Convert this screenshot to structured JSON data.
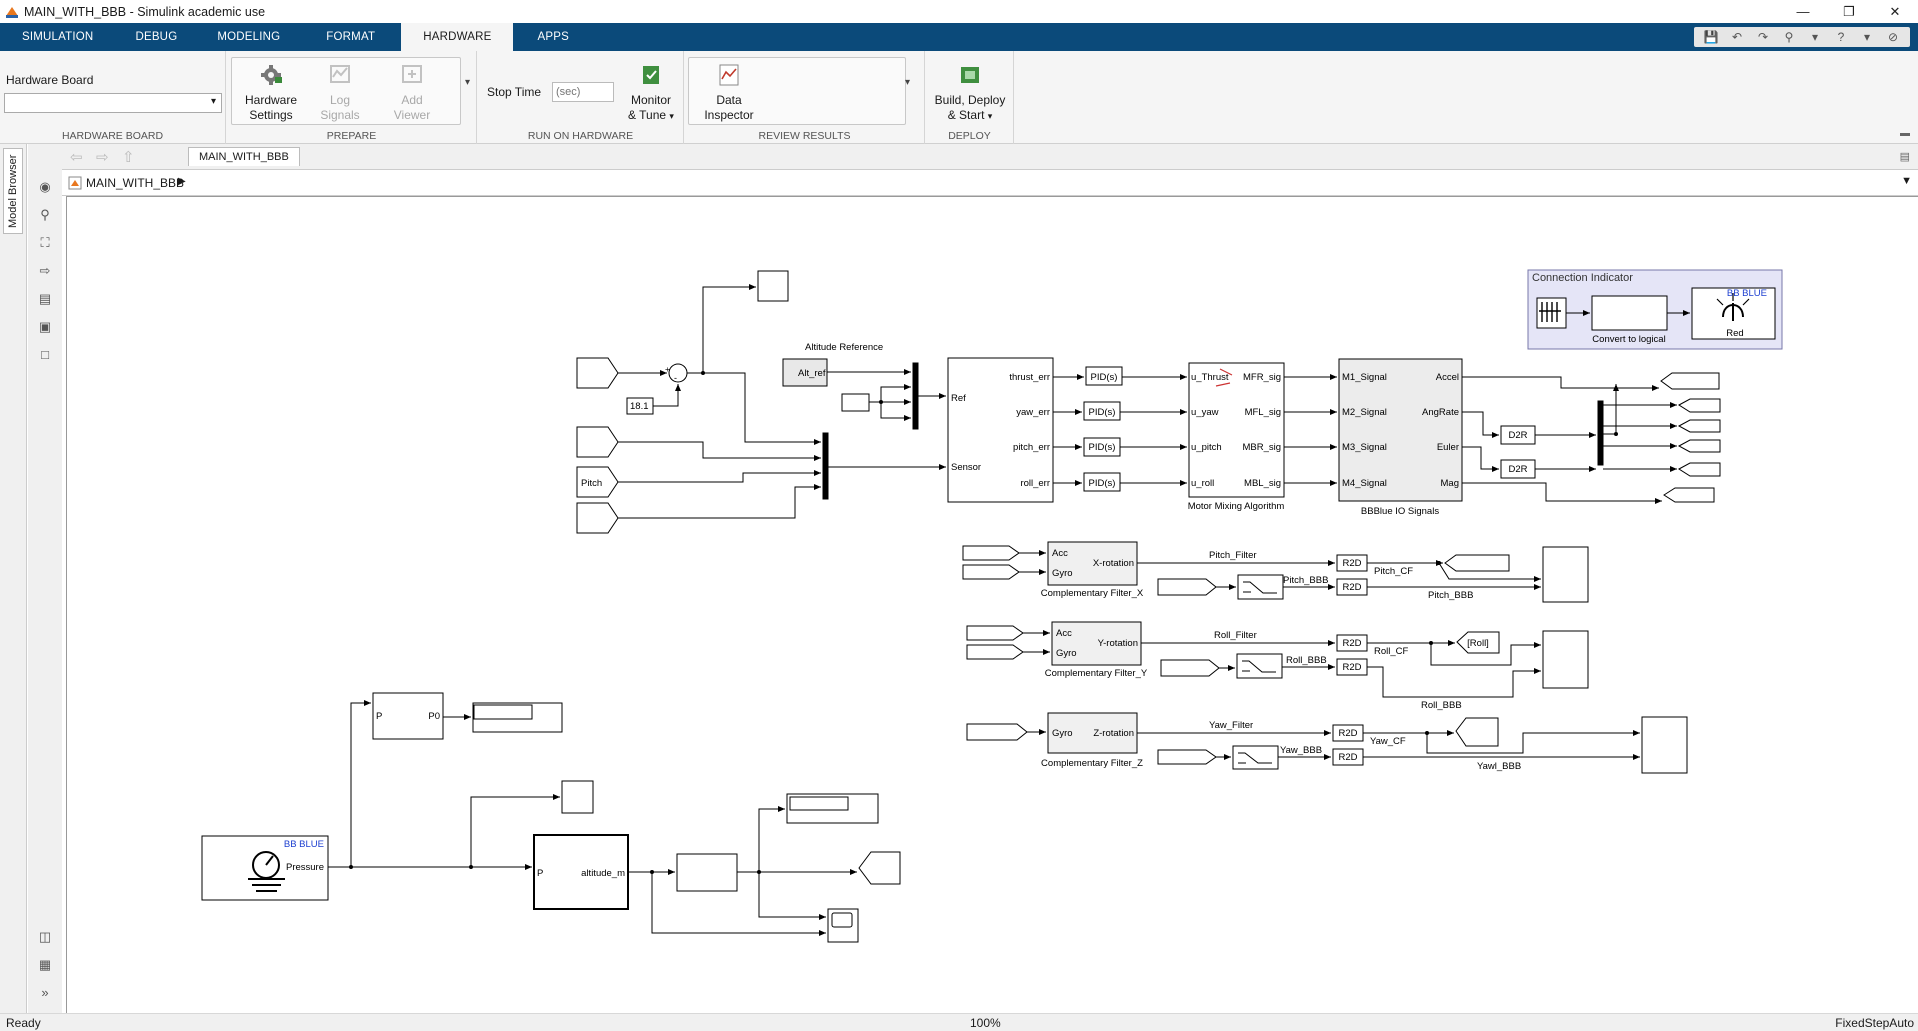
{
  "window": {
    "title": "MAIN_WITH_BBB - Simulink academic use"
  },
  "tabs": [
    {
      "label": "SIMULATION"
    },
    {
      "label": "DEBUG"
    },
    {
      "label": "MODELING"
    },
    {
      "label": "FORMAT"
    },
    {
      "label": "HARDWARE"
    },
    {
      "label": "APPS"
    }
  ],
  "ribbon": {
    "hardware_board": {
      "label": "Hardware Board",
      "select_value": "",
      "section": "HARDWARE BOARD"
    },
    "prepare": {
      "section": "PREPARE",
      "hardware_settings": [
        "Hardware",
        "Settings"
      ],
      "log_signals": [
        "Log",
        "Signals"
      ],
      "add_viewer": [
        "Add",
        "Viewer"
      ]
    },
    "run": {
      "section": "RUN ON HARDWARE",
      "stop_time_label": "Stop Time",
      "stop_time_placeholder": "(sec)",
      "monitor": [
        "Monitor",
        "& Tune"
      ]
    },
    "review": {
      "section": "REVIEW RESULTS",
      "data_inspector": [
        "Data",
        "Inspector"
      ]
    },
    "deploy": {
      "section": "DEPLOY",
      "build": [
        "Build, Deploy",
        "& Start"
      ]
    }
  },
  "editor": {
    "model_browser": "Model Browser",
    "model_tab": "MAIN_WITH_BBB",
    "breadcrumb": "MAIN_WITH_BBB"
  },
  "status": {
    "left": "Ready",
    "zoom": "100%",
    "solver": "FixedStepAuto"
  },
  "diagram": {
    "altitude_ref_label": "Altitude Reference",
    "alt_ref": "Alt_ref",
    "const_181": "18.1",
    "pitch_from": "Pitch",
    "controller_ports_out": [
      "thrust_err",
      "yaw_err",
      "pitch_err",
      "roll_err"
    ],
    "controller_ports_in": [
      "Ref",
      "Sensor"
    ],
    "pid": "PID(s)",
    "mixer_in": [
      "u_Thrust",
      "u_yaw",
      "u_pitch",
      "u_roll"
    ],
    "mixer_out": [
      "MFR_sig",
      "MFL_sig",
      "MBR_sig",
      "MBL_sig"
    ],
    "mixer_name": "Motor Mixing Algorithm",
    "io_in": [
      "M1_Signal",
      "M2_Signal",
      "M3_Signal",
      "M4_Signal"
    ],
    "io_out": [
      "Accel",
      "AngRate",
      "Euler",
      "Mag"
    ],
    "io_name": "BBBlue IO Signals",
    "d2r": "D2R",
    "r2d": "R2D",
    "conn_title": "Connection Indicator",
    "conn_convert": "Convert to logical",
    "conn_bb": "BB BLUE",
    "conn_red": "Red",
    "filter_x": {
      "in": [
        "Acc",
        "Gyro"
      ],
      "out": "X-rotation",
      "name": "Complementary Filter_X",
      "filter": "Pitch_Filter",
      "bbb": "Pitch_BBB",
      "cf": "Pitch_CF",
      "bbb2": "Pitch_BBB"
    },
    "filter_y": {
      "in": [
        "Acc",
        "Gyro"
      ],
      "out": "Y-rotation",
      "name": "Complementary Filter_Y",
      "filter": "Roll_Filter",
      "bbb": "Roll_BBB",
      "cf": "Roll_CF",
      "bbb2": "Roll_BBB",
      "goto": "[Roll]"
    },
    "filter_z": {
      "in": [
        "Gyro"
      ],
      "out": "Z-rotation",
      "name": "Complementary Filter_Z",
      "filter": "Yaw_Filter",
      "bbb": "Yaw_BBB",
      "cf": "Yaw_CF",
      "bbb2": "Yawl_BBB"
    },
    "pressure": {
      "bb": "BB BLUE",
      "port": "Pressure"
    },
    "p0_block": {
      "in": "P",
      "out": "P0"
    },
    "alt_block": {
      "in": "P",
      "out": "altitude_m"
    }
  }
}
